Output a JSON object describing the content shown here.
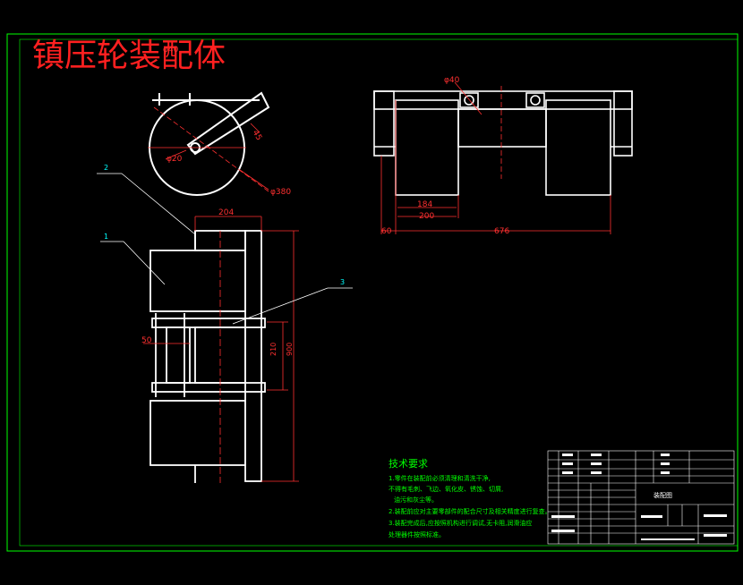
{
  "drawing": {
    "title": "镇压轮装配体",
    "colors": {
      "background": "#000000",
      "frame": "#00ff00",
      "outline": "#ffffff",
      "dimension": "#ff3030",
      "callout": "#00ffff",
      "title_text": "#ff2020",
      "notes": "#00ff00",
      "table": "#ffffff"
    }
  },
  "dimensions": {
    "d40": "φ40",
    "d20": "φ20",
    "d380": "φ380",
    "angle": "45",
    "w204": "204",
    "w184": "184",
    "w200": "200",
    "w60": "60",
    "w676": "676",
    "w50": "50",
    "h210": "210",
    "h900": "900"
  },
  "callouts": {
    "c1": "1",
    "c2": "2",
    "c3": "3"
  },
  "notes": {
    "heading": "技术要求",
    "lines": [
      "1.零件在装配前必须清理和清洗干净,",
      "不得有毛刺、飞边、氧化皮、锈蚀、切屑,",
      "油污和灰尘等。",
      "2.装配前应对主要零部件的配合尺寸及相关精度进行复查。",
      "3.装配完成后,应按照机构进行调试,无卡阻,润滑油应",
      "处理器件按照标准。"
    ]
  },
  "title_block": {
    "part_name": "装配图"
  }
}
